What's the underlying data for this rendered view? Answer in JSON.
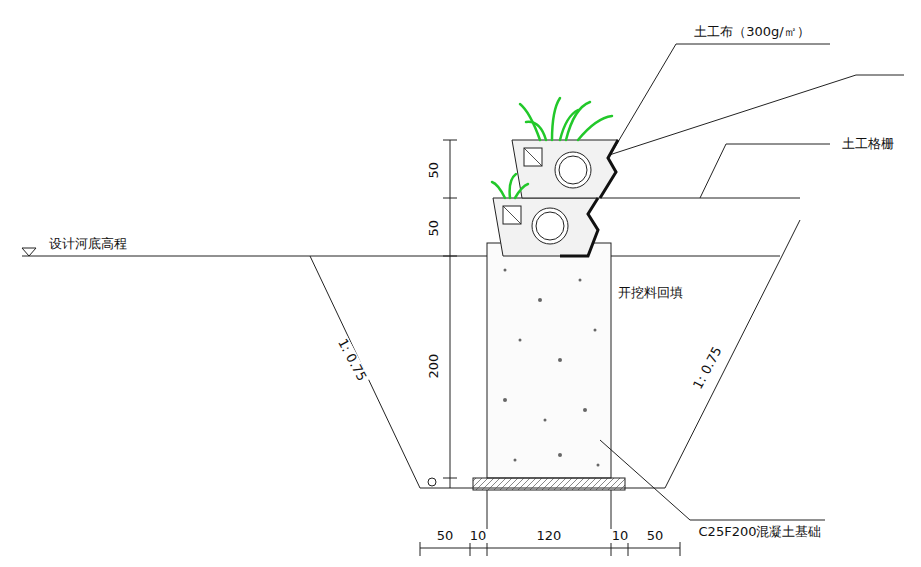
{
  "diagram": {
    "labels": [
      "土工布（300g/㎡）",
      "土工格栅",
      "设计河底高程",
      "开挖料回填",
      "1: 0.75",
      "1: 0.75",
      "50",
      "50",
      "200",
      "C25F200混凝土基础",
      "50",
      "10",
      "120",
      "10",
      "50"
    ]
  }
}
